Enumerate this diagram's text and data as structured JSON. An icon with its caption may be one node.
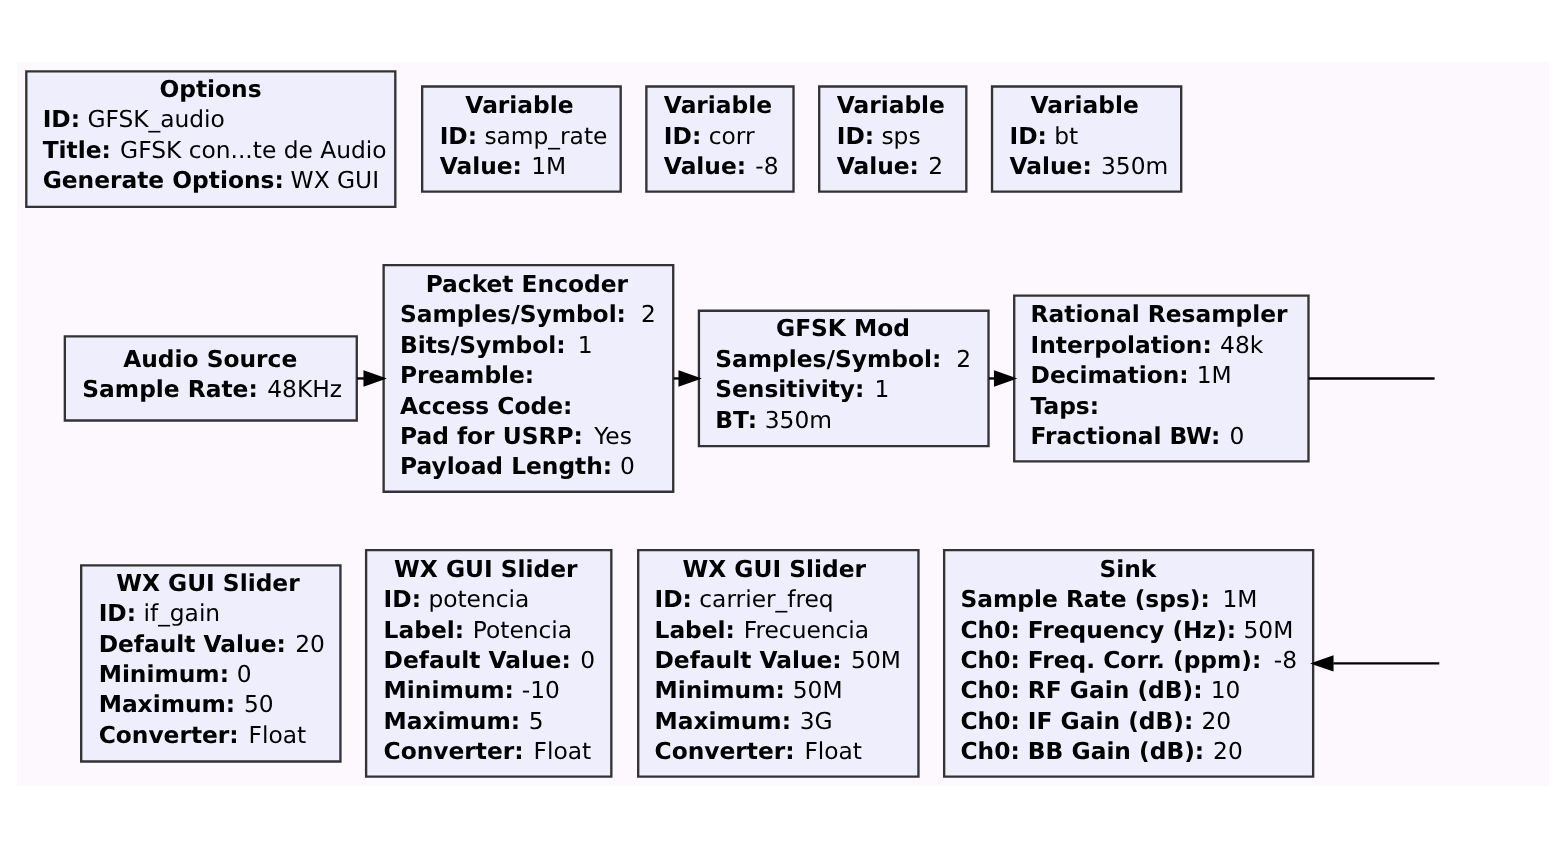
{
  "diagram": {
    "nodes": [
      {
        "text": [
          "Options",
          "**ID:** GFSK_audio",
          "**Title:** GFSK con...te de Audio",
          "**Generate Options:** WX GUI"
        ]
      },
      {
        "text": [
          "Variable",
          "**ID:** samp_rate",
          "**Value:** 1M"
        ]
      },
      {
        "text": [
          "Variable",
          "**ID:** corr",
          "**Value:** -8"
        ]
      },
      {
        "text": [
          "Variable",
          "**ID:** sps",
          "**Value:** 2"
        ]
      },
      {
        "text": [
          "Variable",
          "**ID:** bt",
          "**Value:** 350m"
        ]
      },
      {
        "text": [
          "Audio Source",
          "**Sample Rate:** 48KHz"
        ]
      },
      {
        "text": [
          "Packet Encoder",
          "**Samples/Symbol:** 2",
          "**Bits/Symbol:** 1",
          "**Preamble:**",
          "**Access Code:**",
          "**Pad for USRP:** Yes",
          "**Payload Length:** 0"
        ]
      },
      {
        "text": [
          "GFSK Mod",
          "**Samples/Symbol:** 2",
          "**Sensitivity:** 1",
          "**BT:** 350m"
        ]
      },
      {
        "text": [
          "Rational Resampler",
          "**Interpolation:** 48k",
          "**Decimation:** 1M",
          "**Taps:**",
          "**Fractional BW:** 0"
        ]
      },
      {
        "text": [
          "WX GUI Slider",
          "**ID:** if_gain",
          "**Default Value:** 20",
          "**Minimum:** 0",
          "**Maximum:** 50",
          "**Converter:** Float"
        ]
      },
      {
        "text": [
          "WX GUI Slider",
          "**ID:** potencia",
          "**Label:** Potencia",
          "**Default Value:** 0",
          "**Minimum:** -10",
          "**Maximum:** 5",
          "**Converter:** Float"
        ]
      },
      {
        "text": [
          "WX GUI Slider",
          "**ID:** carrier_freq",
          "**Label:** Frecuencia",
          "**Default Value:** 50M",
          "**Minimum:** 50M",
          "**Maximum:** 3G",
          "**Converter:** Float"
        ]
      },
      {
        "text": [
          "Sink",
          "**Sample Rate (sps):** 1M",
          "**Ch0: Frequency (Hz):** 50M",
          "**Ch0: Freq. Corr. (ppm):** -8",
          "**Ch0: RF Gain (dB):** 10",
          "**Ch0: IF Gain (dB):** 20",
          "**Ch0: BB Gain (dB):** 20"
        ]
      }
    ],
    "edges": [
      {
        "from": 5,
        "to": 6,
        "arrow": "to"
      },
      {
        "from": 6,
        "to": 7,
        "arrow": "to"
      },
      {
        "from": 7,
        "to": 8,
        "arrow": "to"
      },
      {
        "from": 8,
        "to": null,
        "arrow": "none"
      },
      {
        "from": null,
        "to": 12,
        "arrow": "to"
      }
    ]
  }
}
